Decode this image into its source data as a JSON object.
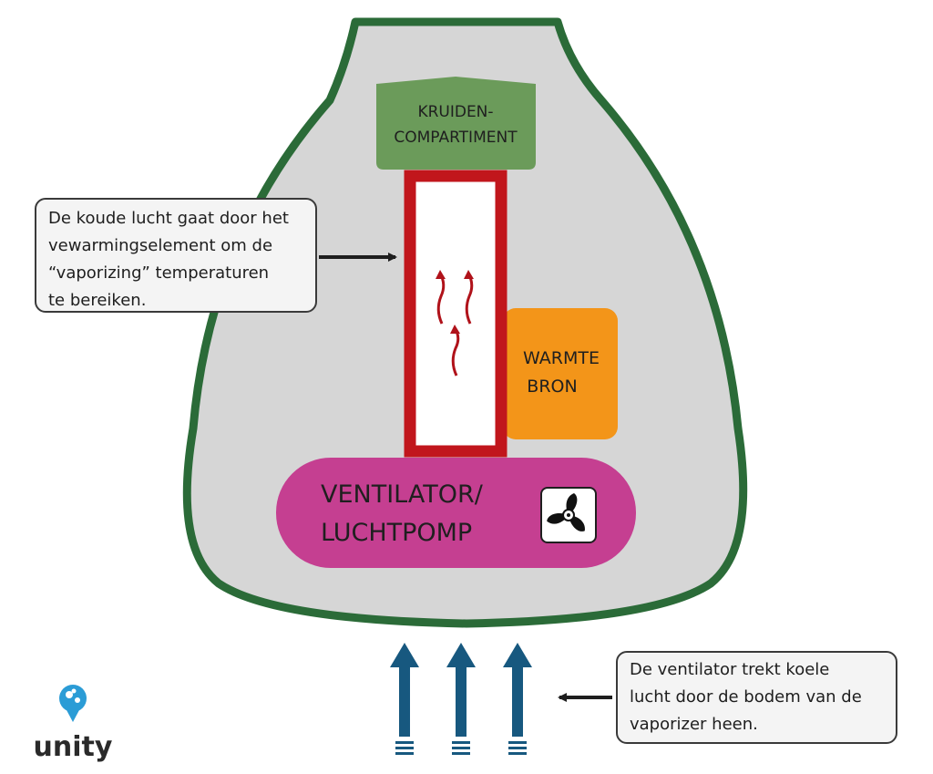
{
  "components": {
    "herb_compartment": {
      "line1": "KRUIDEN-",
      "line2": "COMPARTIMENT",
      "color": "#6b9b5a"
    },
    "heat_source": {
      "line1": "WARMTE",
      "line2": "BRON",
      "color": "#f39519"
    },
    "fan": {
      "line1": "VENTILATOR/",
      "line2": "LUCHTPOMP",
      "color": "#c53f91",
      "icon": "fan-icon"
    },
    "heating_element": {
      "border_color": "#c1161c",
      "airflow_icon": "wavy-arrow-icon"
    },
    "body": {
      "fill": "#d6d6d6",
      "outline": "#2b6b38"
    }
  },
  "callouts": {
    "left": {
      "lines": [
        "De koude lucht gaat door het",
        "vewarmingselement om de",
        "“vaporizing” temperaturen",
        "te bereiken."
      ]
    },
    "right": {
      "lines": [
        "De ventilator trekt koele",
        "lucht door de bodem van de",
        "vaporizer heen."
      ]
    }
  },
  "intake_arrows": {
    "count": 3,
    "color": "#17587f"
  },
  "logo": {
    "text": "unity",
    "color": "#2b9cd6"
  }
}
